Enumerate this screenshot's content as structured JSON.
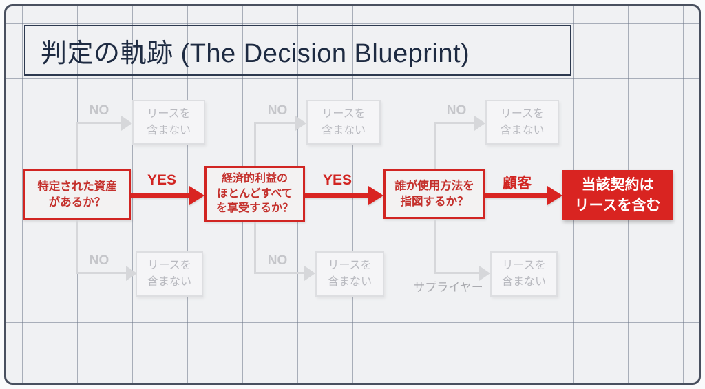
{
  "title": "判定の軌跡 (The Decision Blueprint)",
  "diagram": {
    "type": "flowchart",
    "nodes": {
      "q1": "特定された資産\nがあるか？",
      "q2": "経済的利益の\nほとんどすべて\nを享受するか？",
      "q3": "誰が使用方法を\n指図するか？",
      "result": "当該契約は\nリースを含む",
      "no_lease": "リースを\n含まない"
    },
    "edge_labels": {
      "yes": "YES",
      "no": "NO",
      "customer": "顧客",
      "supplier": "サプライヤー"
    },
    "edges": [
      {
        "from": "q1",
        "to": "q2",
        "label": "YES"
      },
      {
        "from": "q1",
        "to": "no_lease",
        "label": "NO",
        "direction": "up"
      },
      {
        "from": "q1",
        "to": "no_lease",
        "label": "NO",
        "direction": "down"
      },
      {
        "from": "q2",
        "to": "q3",
        "label": "YES"
      },
      {
        "from": "q2",
        "to": "no_lease",
        "label": "NO",
        "direction": "up"
      },
      {
        "from": "q2",
        "to": "no_lease",
        "label": "NO",
        "direction": "down"
      },
      {
        "from": "q3",
        "to": "result",
        "label": "顧客"
      },
      {
        "from": "q3",
        "to": "no_lease",
        "label": "NO",
        "direction": "up"
      },
      {
        "from": "q3",
        "to": "no_lease",
        "label": "サプライヤー",
        "direction": "down"
      }
    ]
  },
  "colors": {
    "accent_red": "#d92421",
    "title_navy": "#1e2b42",
    "muted_gray": "#b9bac0",
    "connector_gray": "#d6d7da",
    "paper": "#f0f1f3",
    "frame": "#49505f"
  }
}
